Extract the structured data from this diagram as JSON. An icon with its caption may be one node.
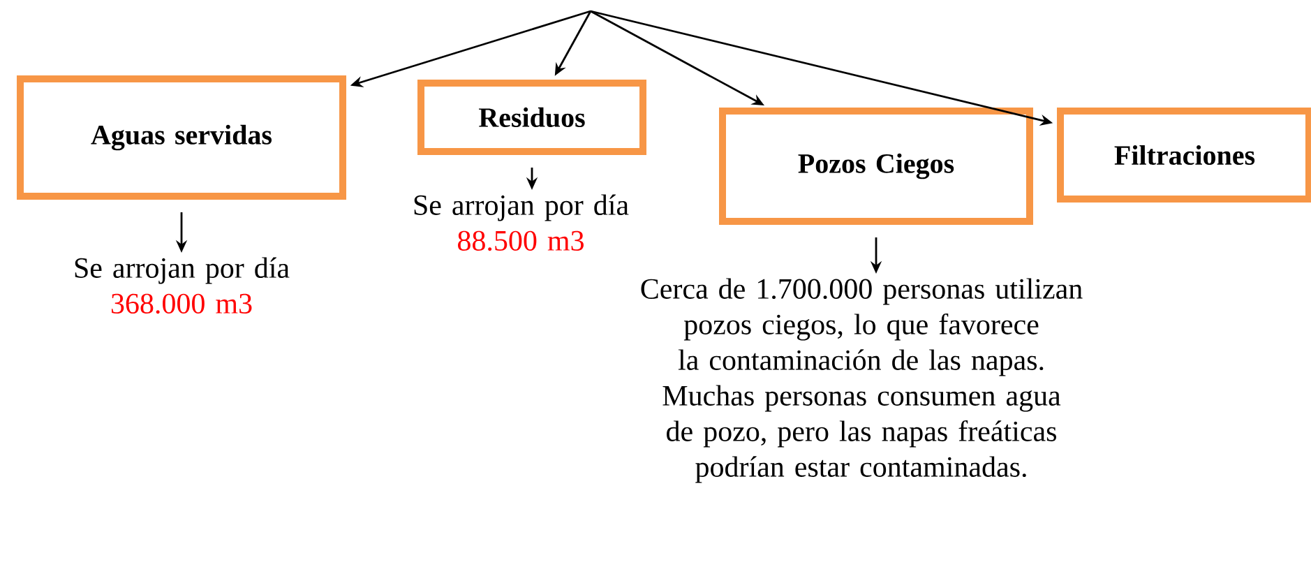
{
  "diagram": {
    "nodes": [
      {
        "text": [
          "Aguas servidas"
        ]
      },
      {
        "text": [
          "Residuos"
        ]
      },
      {
        "text": [
          "Pozos Ciegos"
        ]
      },
      {
        "text": [
          "Filtraciones"
        ]
      },
      {
        "text": [
          "Se arrojan por día",
          "368.000 m3"
        ]
      },
      {
        "text": [
          "Se arrojan por día",
          "88.500 m3"
        ]
      },
      {
        "text": [
          "Cerca de 1.700.000 personas utilizan pozos ciegos, lo que favorece la contaminación de las napas. Muchas personas consumen agua de pozo, pero las napas freáticas podrían estar contaminadas."
        ]
      }
    ],
    "edges": [
      {
        "from": null,
        "to": 0,
        "arrow": "to"
      },
      {
        "from": null,
        "to": 1,
        "arrow": "to"
      },
      {
        "from": null,
        "to": 2,
        "arrow": "to"
      },
      {
        "from": null,
        "to": 3,
        "arrow": "to"
      },
      {
        "from": 0,
        "to": 4,
        "arrow": "to"
      },
      {
        "from": 1,
        "to": 5,
        "arrow": "to"
      },
      {
        "from": 2,
        "to": 6,
        "arrow": "to"
      }
    ]
  }
}
